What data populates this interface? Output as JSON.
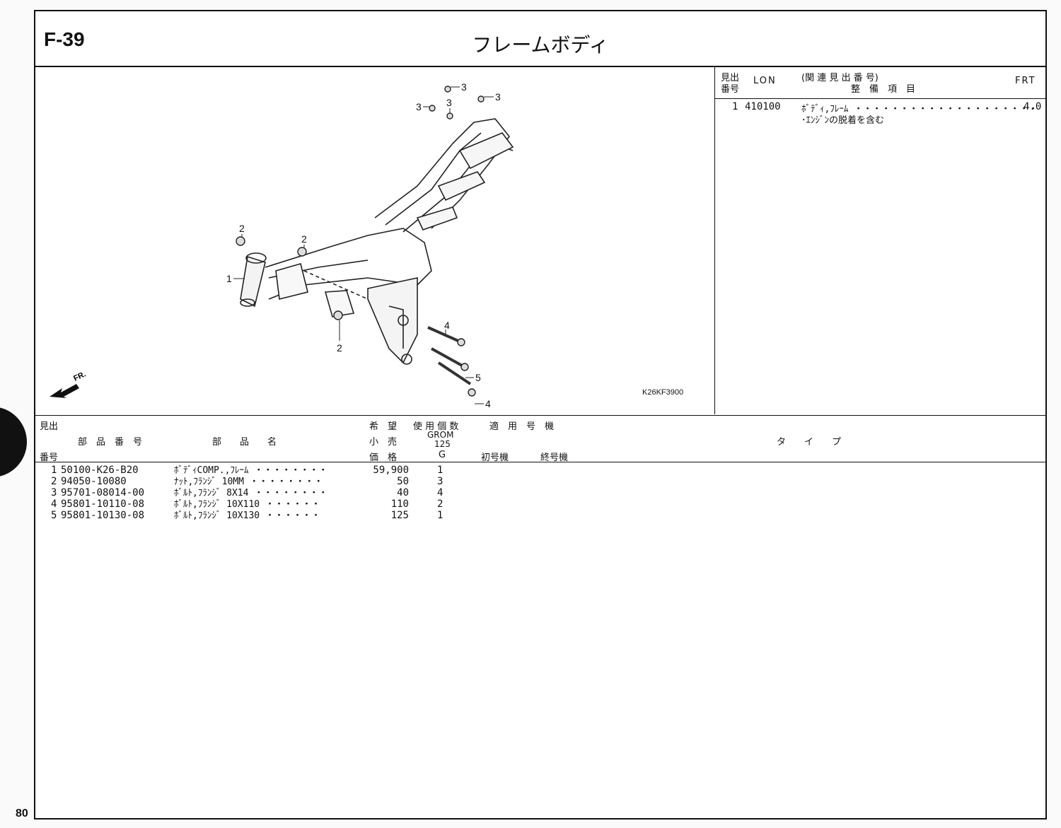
{
  "page": {
    "section_code": "F-39",
    "title": "フレームボディ",
    "page_number": "80",
    "diagram_id": "K26KF3900",
    "front_marker": "FR."
  },
  "diagram": {
    "callouts": [
      "3",
      "3",
      "3",
      "3",
      "2",
      "2",
      "1",
      "4",
      "2",
      "5",
      "4"
    ]
  },
  "lon_panel": {
    "h_midashi": "見出",
    "h_bango": "番号",
    "h_lon": "LON",
    "h_kanren": "(関 連 見 出 番 号)",
    "h_seibi": "整　備　項　目",
    "h_frt": "FRT",
    "rows": [
      {
        "no": "1",
        "lon": "410100",
        "item": "ﾎﾞﾃﾞｨ,ﾌﾚｰﾑ ・・・・・・・・・・・・・・・・・・・・",
        "note": "･ｴﾝｼﾞﾝの脱着を含む",
        "frt": "4.0"
      }
    ]
  },
  "parts_table": {
    "h_midashi": "見出",
    "h_bango": "番号",
    "h_part_no": "部　品　番　号",
    "h_part_name": "部　　品　　名",
    "h_kibo": "希　望",
    "h_kouri": "小　売",
    "h_kakaku": "価　格",
    "h_shiyo": "使 用 個 数",
    "h_model": "GROM",
    "h_model_cc": "125",
    "h_g": "G",
    "h_tekiyo": "適　用　号　機",
    "h_first": "初号機",
    "h_last": "終号機",
    "h_type": "タ　　イ　　プ",
    "rows": [
      {
        "no": "1",
        "part_no": "50100-K26-B20",
        "name": "ﾎﾞﾃﾞｨCOMP.,ﾌﾚｰﾑ ・・・・・・・・",
        "price": "59,900",
        "qty": "1"
      },
      {
        "no": "2",
        "part_no": "94050-10080",
        "name": "ﾅｯﾄ,ﾌﾗﾝｼﾞ 10MM ・・・・・・・・",
        "price": "50",
        "qty": "3"
      },
      {
        "no": "3",
        "part_no": "95701-08014-00",
        "name": "ﾎﾞﾙﾄ,ﾌﾗﾝｼﾞ 8X14 ・・・・・・・・",
        "price": "40",
        "qty": "4"
      },
      {
        "no": "4",
        "part_no": "95801-10110-08",
        "name": "ﾎﾞﾙﾄ,ﾌﾗﾝｼﾞ 10X110 ・・・・・・",
        "price": "110",
        "qty": "2"
      },
      {
        "no": "5",
        "part_no": "95801-10130-08",
        "name": "ﾎﾞﾙﾄ,ﾌﾗﾝｼﾞ 10X130 ・・・・・・",
        "price": "125",
        "qty": "1"
      }
    ]
  }
}
